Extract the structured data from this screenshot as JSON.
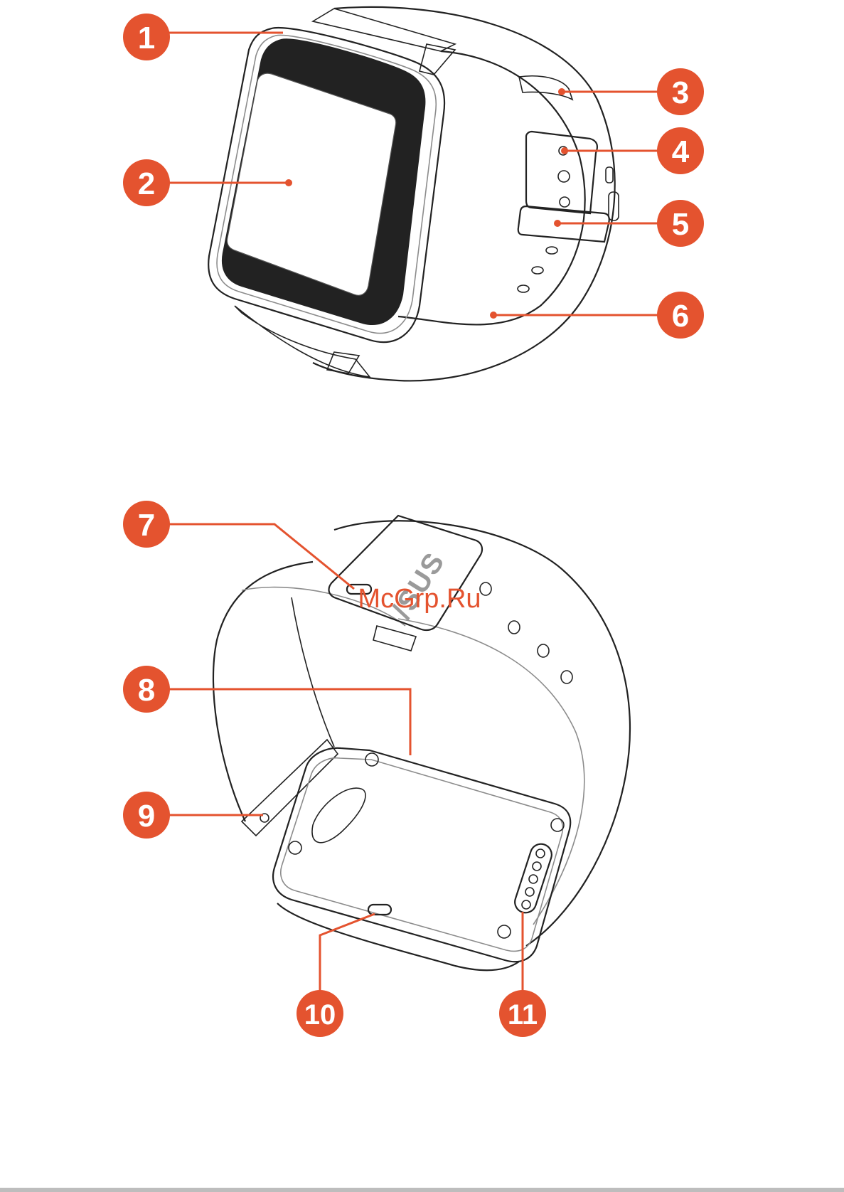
{
  "callouts": [
    {
      "id": "1",
      "label": "1"
    },
    {
      "id": "2",
      "label": "2"
    },
    {
      "id": "3",
      "label": "3"
    },
    {
      "id": "4",
      "label": "4"
    },
    {
      "id": "5",
      "label": "5"
    },
    {
      "id": "6",
      "label": "6"
    },
    {
      "id": "7",
      "label": "7"
    },
    {
      "id": "8",
      "label": "8"
    },
    {
      "id": "9",
      "label": "9"
    },
    {
      "id": "10",
      "label": "10"
    },
    {
      "id": "11",
      "label": "11"
    }
  ],
  "watermark": "McGrp.Ru",
  "logo_text": "/SUS",
  "colors": {
    "accent": "#e4532f",
    "line": "#222222",
    "footer_bar": "#bdbdbd"
  }
}
